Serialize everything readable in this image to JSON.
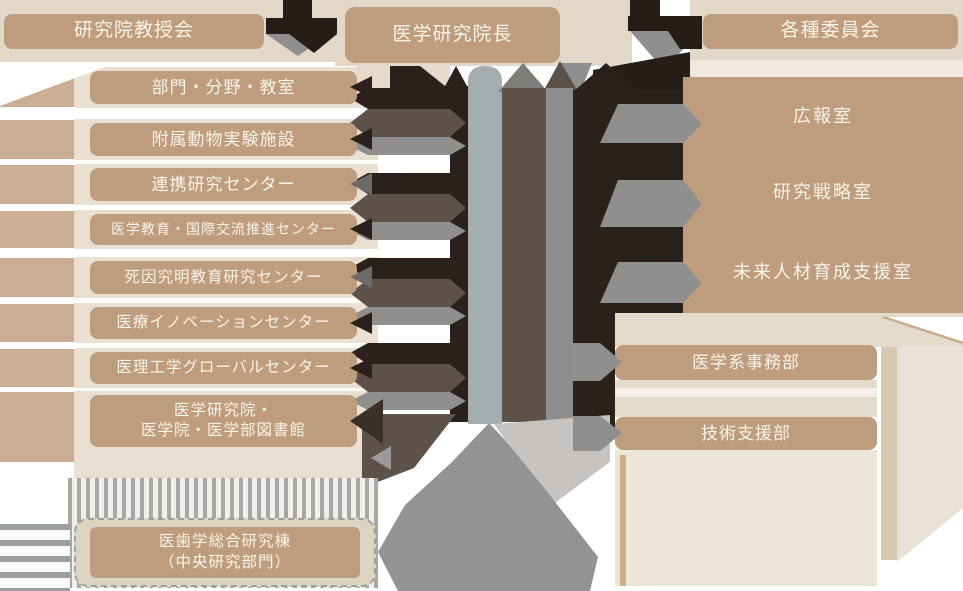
{
  "colors": {
    "box_tan": "#bd9d7e",
    "band_tan": "#c9ae93",
    "row_beige": "#eae0d2",
    "bg_beige": "#e3d7c8",
    "dark_brown": "#2b211c",
    "taupe": "#5d5149",
    "gray": "#8f8f8f",
    "light_gray_pillar": "#a3adaf",
    "text_cream": "#f9f3ea"
  },
  "top_row": {
    "faculty_council": "研究院教授会",
    "dean": "医学研究院長",
    "committees": "各種委員会"
  },
  "left_column": {
    "items": [
      {
        "label": "部門・分野・教室"
      },
      {
        "label": "附属動物実験施設"
      },
      {
        "label": "連携研究センター"
      },
      {
        "label": "医学教育・国際交流推進センター"
      },
      {
        "label": "死因究明教育研究センター"
      },
      {
        "label": "医療イノベーションセンター"
      },
      {
        "label": "医理工学グローバルセンター"
      },
      {
        "label": "医学研究院・\n医学院・医学部図書館"
      }
    ]
  },
  "right_panel": {
    "items": [
      {
        "label": "広報室"
      },
      {
        "label": "研究戦略室"
      },
      {
        "label": "未来人材育成支援室"
      }
    ]
  },
  "right_lower": {
    "items": [
      {
        "label": "医学系事務部"
      },
      {
        "label": "技術支援部"
      }
    ]
  },
  "bottom_box": {
    "label": "医歯学総合研究棟\n（中央研究部門）"
  }
}
